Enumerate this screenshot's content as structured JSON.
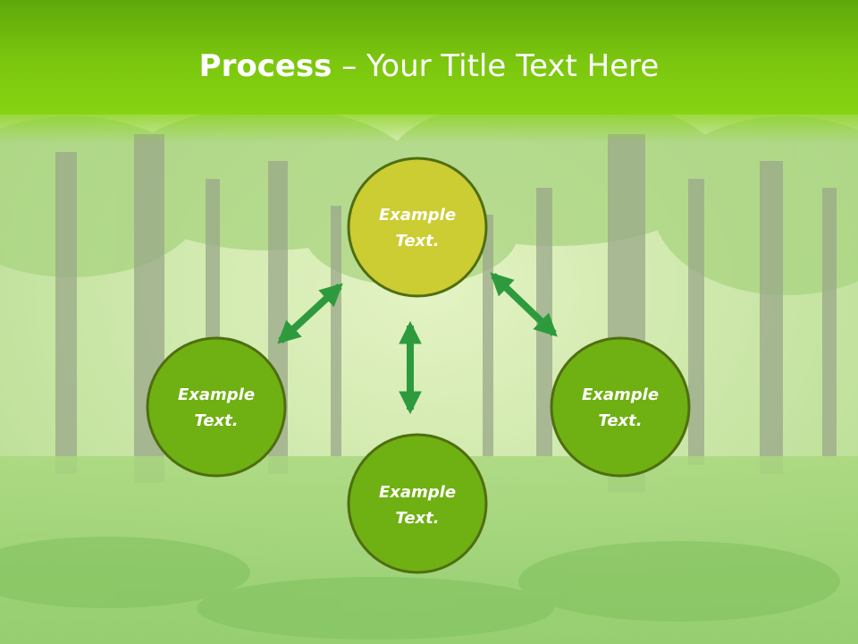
{
  "title": {
    "bold": "Process",
    "separator": " – ",
    "rest": "Your Title Text Here"
  },
  "nodes": [
    {
      "line1": "Example",
      "line2": "Text."
    },
    {
      "line1": "Example",
      "line2": "Text."
    },
    {
      "line1": "Example",
      "line2": "Text."
    },
    {
      "line1": "Example",
      "line2": "Text."
    }
  ],
  "colors": {
    "header": "#7cc70f",
    "node_top": "#cccc33",
    "node_other": "#6fb012",
    "node_border": "#4f6e10",
    "arrow": "#2e9a3e"
  }
}
